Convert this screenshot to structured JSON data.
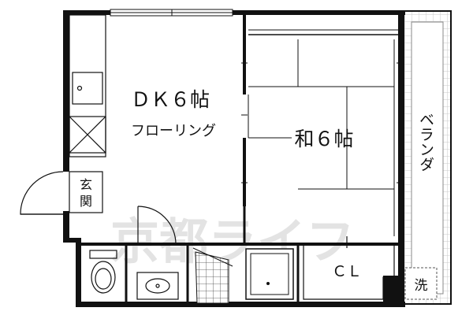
{
  "floorplan": {
    "rooms": {
      "dk": {
        "name": "ＤＫ６帖",
        "floor": "フローリング"
      },
      "washitsu": {
        "name": "和６帖"
      },
      "closet": {
        "name": "ＣＬ"
      },
      "genkan": {
        "char1": "玄",
        "char2": "関"
      },
      "veranda": {
        "name": "ベランダ"
      },
      "washer": {
        "name": "洗"
      }
    },
    "watermark": "京都ライフ",
    "colors": {
      "wall": "#111111",
      "veranda_hatch": "#c8c8c8",
      "watermark": "#e0e0e0"
    }
  }
}
